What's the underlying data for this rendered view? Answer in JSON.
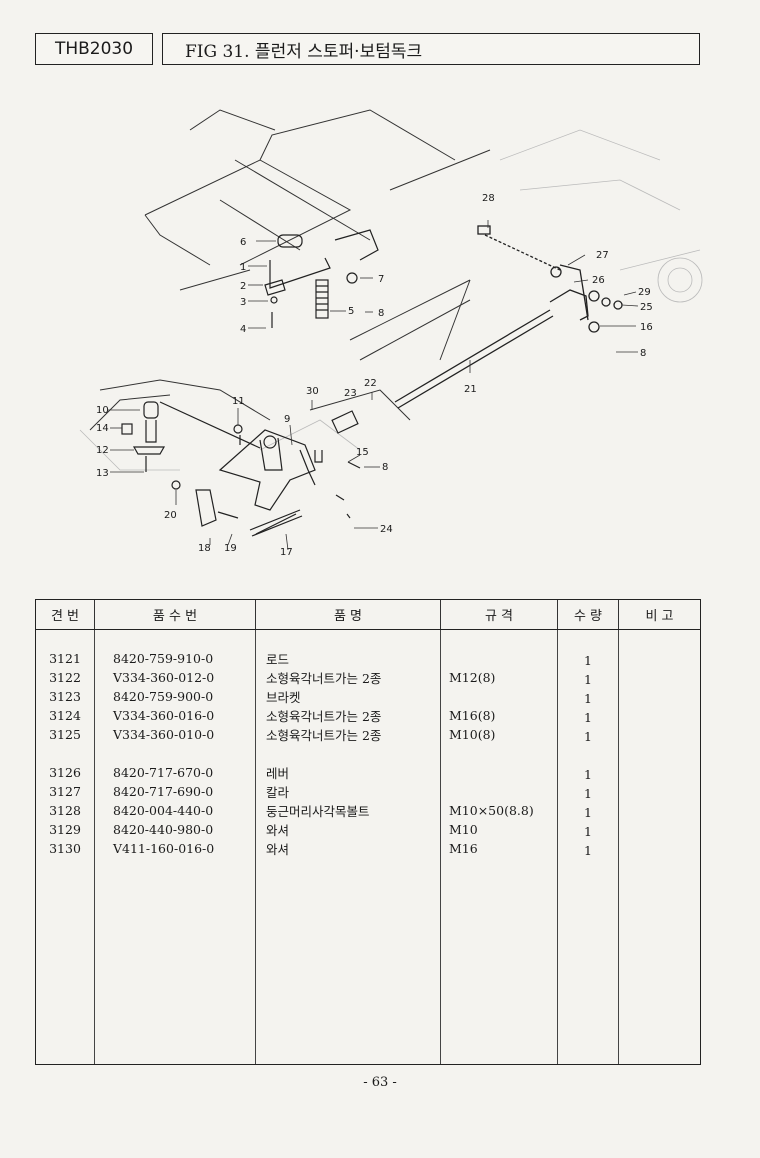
{
  "header": {
    "model": "THB2030",
    "figure_title": "FIG 31. 플런저 스토퍼·보텀독크"
  },
  "figure": {
    "callouts": [
      "1",
      "2",
      "3",
      "4",
      "5",
      "6",
      "7",
      "8",
      "9",
      "10",
      "11",
      "12",
      "13",
      "14",
      "15",
      "16",
      "17",
      "18",
      "19",
      "20",
      "21",
      "22",
      "23",
      "24",
      "25",
      "26",
      "27",
      "28",
      "29",
      "30"
    ]
  },
  "table": {
    "headers": [
      "견 번",
      "품  수  번",
      "품    명",
      "규    격",
      "수 량",
      "비 고"
    ],
    "rows": [
      {
        "no": "3121",
        "part": "8420-759-910-0",
        "desc": "로드",
        "spec": "",
        "qty": "1",
        "note": ""
      },
      {
        "no": "3122",
        "part": "V334-360-012-0",
        "desc": "소형육각너트가는 2종",
        "spec": "M12(8)",
        "qty": "1",
        "note": ""
      },
      {
        "no": "3123",
        "part": "8420-759-900-0",
        "desc": "브라켓",
        "spec": "",
        "qty": "1",
        "note": ""
      },
      {
        "no": "3124",
        "part": "V334-360-016-0",
        "desc": "소형육각너트가는 2종",
        "spec": "M16(8)",
        "qty": "1",
        "note": ""
      },
      {
        "no": "3125",
        "part": "V334-360-010-0",
        "desc": "소형육각너트가는 2종",
        "spec": "M10(8)",
        "qty": "1",
        "note": ""
      },
      {
        "no": "3126",
        "part": "8420-717-670-0",
        "desc": "레버",
        "spec": "",
        "qty": "1",
        "note": ""
      },
      {
        "no": "3127",
        "part": "8420-717-690-0",
        "desc": "칼라",
        "spec": "",
        "qty": "1",
        "note": ""
      },
      {
        "no": "3128",
        "part": "8420-004-440-0",
        "desc": "둥근머리사각목볼트",
        "spec": "M10×50(8.8)",
        "qty": "1",
        "note": ""
      },
      {
        "no": "3129",
        "part": "8420-440-980-0",
        "desc": "와셔",
        "spec": "M10",
        "qty": "1",
        "note": ""
      },
      {
        "no": "3130",
        "part": "V411-160-016-0",
        "desc": "와셔",
        "spec": "M16",
        "qty": "1",
        "note": ""
      }
    ]
  },
  "footer": {
    "page_number": "- 63 -"
  }
}
